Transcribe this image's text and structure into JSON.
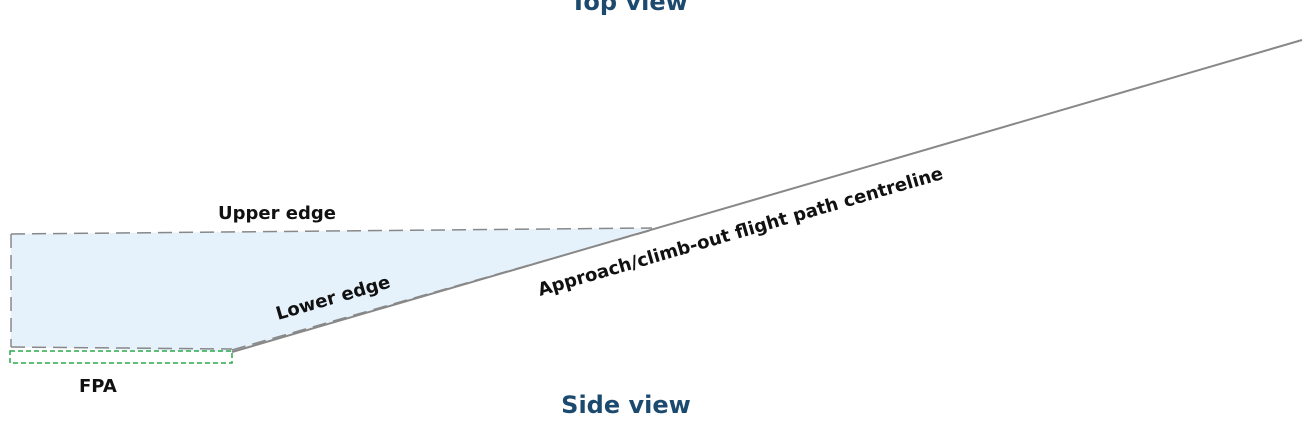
{
  "titles": {
    "top_view": "Top view",
    "side_view": "Side view"
  },
  "labels": {
    "upper_edge": "Upper edge",
    "lower_edge": "Lower edge",
    "centreline": "Approach/climb-out flight path centreline",
    "fpa": "FPA"
  },
  "colors": {
    "title": "#1c4a6e",
    "region_fill": "#e6f2fb",
    "dashed_edge": "#888888",
    "centreline": "#888888",
    "fpa_box": "#2aa84a",
    "text": "#111111"
  }
}
